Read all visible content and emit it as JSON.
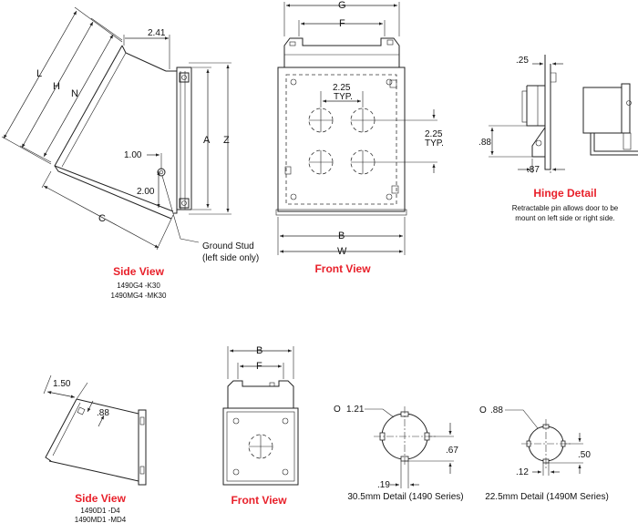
{
  "colors": {
    "title": "#e8202a",
    "line": "#222222"
  },
  "side_view": {
    "title": "Side View",
    "part1": "1490G4 -K30",
    "part2": "1490MG4 -MK30",
    "dim_241": "2.41",
    "dim_L": "L",
    "dim_H": "H",
    "dim_N": "N",
    "dim_A": "A",
    "dim_Z": "Z",
    "dim_100": "1.00",
    "dim_200": "2.00",
    "dim_C": "C",
    "ground_stud": "Ground Stud",
    "ground_note": "(left side only)"
  },
  "front_view": {
    "title": "Front View",
    "dim_G": "G",
    "dim_F": "F",
    "dim_B": "B",
    "dim_W": "W",
    "spacing_h": "2.25",
    "spacing_v": "2.25",
    "typ_h": "TYP.",
    "typ_v": "TYP."
  },
  "hinge_detail": {
    "title": "Hinge Detail",
    "note1": "Retractable pin allows door to be",
    "note2": "mount on left side or right side.",
    "dim_25": ".25",
    "dim_88": ".88",
    "dim_87": ".87"
  },
  "side_view_small": {
    "title": "Side View",
    "part1": "1490D1 -D4",
    "part2": "1490MD1 -MD4",
    "dim_150": "1.50",
    "dim_88": ".88"
  },
  "front_view_small": {
    "title": "Front View",
    "dim_B": "B",
    "dim_F": "F"
  },
  "detail_305": {
    "caption": "30.5mm Detail (1490 Series)",
    "dia_symbol": "O",
    "dia": "1.21",
    "dim_67": ".67",
    "dim_19": ".19"
  },
  "detail_225": {
    "caption": "22.5mm Detail (1490M Series)",
    "dia_symbol": "O",
    "dia": ".88",
    "dim_50": ".50",
    "dim_12": ".12"
  }
}
